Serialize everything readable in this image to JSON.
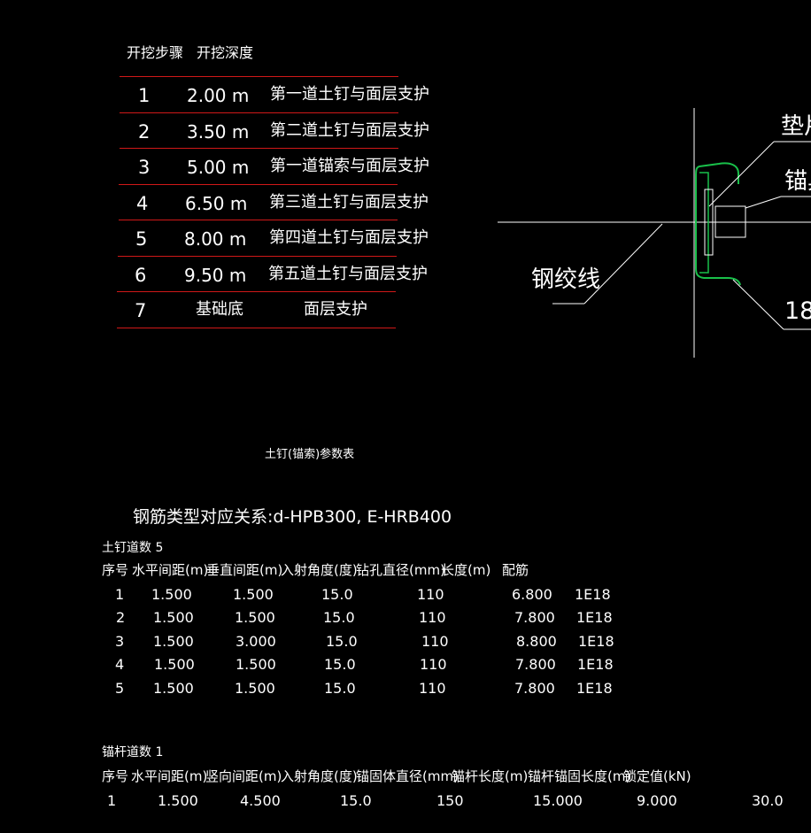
{
  "excavation_table": {
    "header": [
      "开挖步骤",
      "开挖深度"
    ],
    "rows": [
      {
        "step": "1",
        "depth": "2.00 m",
        "desc": "第一道土钉与面层支护"
      },
      {
        "step": "2",
        "depth": "3.50 m",
        "desc": "第二道土钉与面层支护"
      },
      {
        "step": "3",
        "depth": "5.00 m",
        "desc": "第一道锚索与面层支护"
      },
      {
        "step": "4",
        "depth": "6.50 m",
        "desc": "第三道土钉与面层支护"
      },
      {
        "step": "5",
        "depth": "8.00 m",
        "desc": "第四道土钉与面层支护"
      },
      {
        "step": "6",
        "depth": "9.50 m",
        "desc": "第五道土钉与面层支护"
      },
      {
        "step": "7",
        "depth": "基础底",
        "desc": "面层支护"
      }
    ]
  },
  "detail_drawing": {
    "label_pad": "垫片",
    "label_anchor": "锚具",
    "label_strand": "钢绞线",
    "label_number": "18"
  },
  "param_table": {
    "title": "土钉(锚索)参数表",
    "rebar_relation": "钢筋类型对应关系:d-HPB300,     E-HRB400",
    "nail_count": "土钉道数 5",
    "nail_headers": [
      "序号",
      "水平间距(m)",
      "垂直间距(m)",
      "入射角度(度)",
      "钻孔直径(mm)",
      "长度(m)",
      "配筋"
    ],
    "nail_rows": [
      [
        "1",
        "1.500",
        "1.500",
        "15.0",
        "110",
        "6.800",
        "1E18"
      ],
      [
        "2",
        "1.500",
        "1.500",
        "15.0",
        "110",
        "7.800",
        "1E18"
      ],
      [
        "3",
        "1.500",
        "3.000",
        "15.0",
        "110",
        "8.800",
        "1E18"
      ],
      [
        "4",
        "1.500",
        "1.500",
        "15.0",
        "110",
        "7.800",
        "1E18"
      ],
      [
        "5",
        "1.500",
        "1.500",
        "15.0",
        "110",
        "7.800",
        "1E18"
      ]
    ],
    "anchor_count": "锚杆道数 1",
    "anchor_headers": [
      "序号",
      "水平间距(m)",
      "竖向间距(m)",
      "入射角度(度)",
      "锚固体直径(mm)",
      "锚杆长度(m)",
      "锚杆锚固长度(m)",
      "锁定值(kN)"
    ],
    "anchor_rows": [
      [
        "1",
        "1.500",
        "4.500",
        "15.0",
        "150",
        "15.000",
        "9.000",
        "30.0"
      ]
    ]
  },
  "colors": {
    "background": "#000000",
    "text": "#ffffff",
    "table_rule": "#d01818",
    "bracket": "#19c04a",
    "lines": "#ffffff"
  }
}
